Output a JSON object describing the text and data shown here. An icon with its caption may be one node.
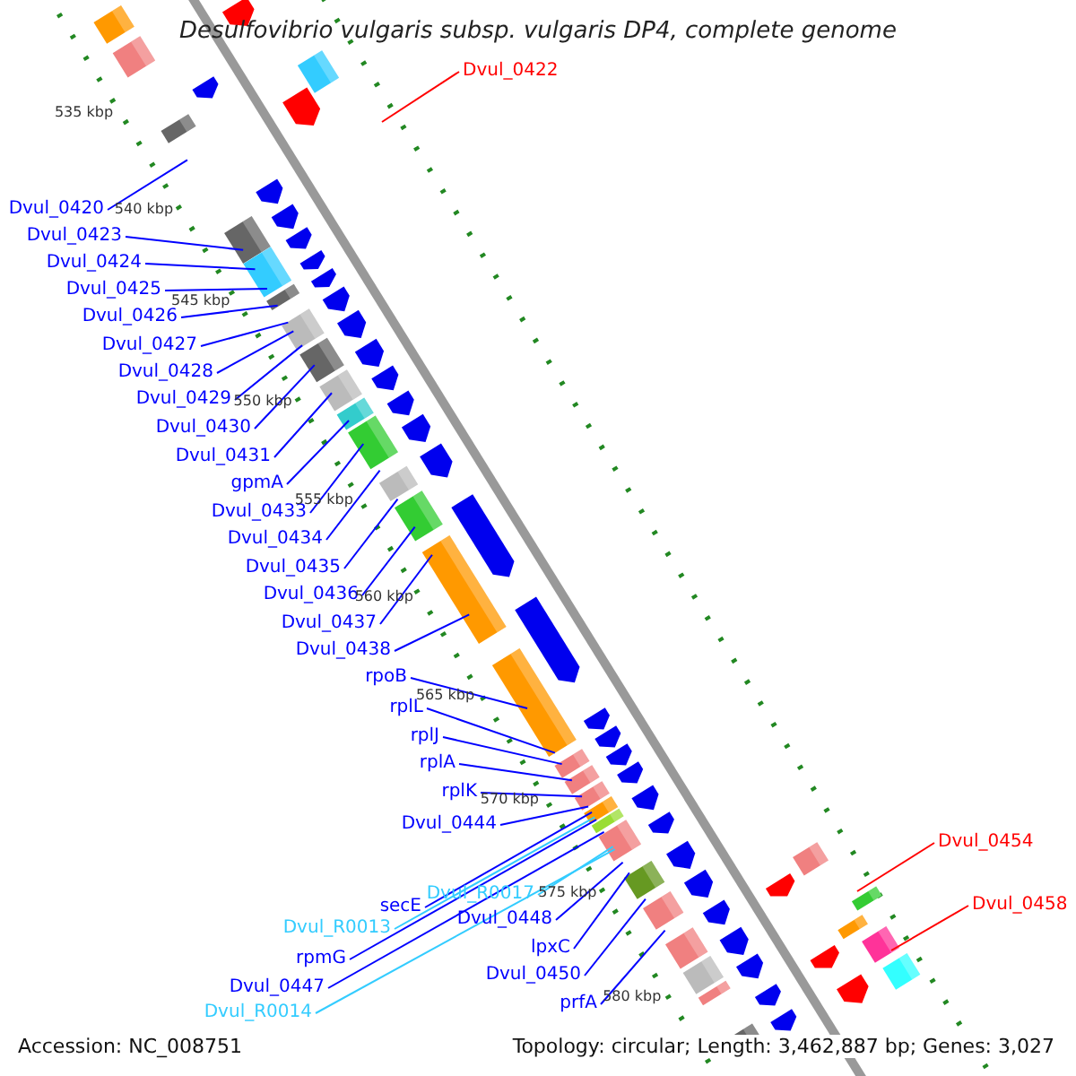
{
  "diagram": {
    "title": "Desulfovibrio vulgaris subsp. vulgaris DP4, complete genome",
    "nodes": [
      {
        "text": [
          "Dvul_0422"
        ]
      },
      {
        "text": [
          "Dvul_0420"
        ]
      },
      {
        "text": [
          "Dvul_0423"
        ]
      },
      {
        "text": [
          "Dvul_0424"
        ]
      },
      {
        "text": [
          "Dvul_0425"
        ]
      },
      {
        "text": [
          "Dvul_0426"
        ]
      },
      {
        "text": [
          "Dvul_0427"
        ]
      },
      {
        "text": [
          "Dvul_0428"
        ]
      },
      {
        "text": [
          "Dvul_0429"
        ]
      },
      {
        "text": [
          "Dvul_0430"
        ]
      },
      {
        "text": [
          "Dvul_0431"
        ]
      },
      {
        "text": [
          "gpmA"
        ]
      },
      {
        "text": [
          "Dvul_0433"
        ]
      },
      {
        "text": [
          "Dvul_0434"
        ]
      },
      {
        "text": [
          "Dvul_0435"
        ]
      },
      {
        "text": [
          "Dvul_0436"
        ]
      },
      {
        "text": [
          "Dvul_0437"
        ]
      },
      {
        "text": [
          "Dvul_0438"
        ]
      },
      {
        "text": [
          "rpoB"
        ]
      },
      {
        "text": [
          "rplL"
        ]
      },
      {
        "text": [
          "rplJ"
        ]
      },
      {
        "text": [
          "rplA"
        ]
      },
      {
        "text": [
          "rplK"
        ]
      },
      {
        "text": [
          "Dvul_0444"
        ]
      },
      {
        "text": [
          "Dvul_0454"
        ]
      },
      {
        "text": [
          "Dvul_R0017"
        ]
      },
      {
        "text": [
          "secE"
        ]
      },
      {
        "text": [
          "Dvul_0448"
        ]
      },
      {
        "text": [
          "Dvul_0458"
        ]
      },
      {
        "text": [
          "Dvul_R0013"
        ]
      },
      {
        "text": [
          "lpxC"
        ]
      },
      {
        "text": [
          "rpmG"
        ]
      },
      {
        "text": [
          "Dvul_0450"
        ]
      },
      {
        "text": [
          "Dvul_0447"
        ]
      },
      {
        "text": [
          "prfA"
        ]
      },
      {
        "text": [
          "Dvul_R0014"
        ]
      }
    ],
    "edges": [
      {
        "from": 0,
        "to": null,
        "arrow": "none",
        "color": "#ff0000"
      },
      {
        "from": 1,
        "to": null,
        "arrow": "none"
      },
      {
        "from": 2,
        "to": null,
        "arrow": "none"
      },
      {
        "from": 3,
        "to": null,
        "arrow": "none"
      },
      {
        "from": 4,
        "to": null,
        "arrow": "none"
      },
      {
        "from": 5,
        "to": null,
        "arrow": "none"
      },
      {
        "from": 6,
        "to": null,
        "arrow": "none"
      },
      {
        "from": 7,
        "to": null,
        "arrow": "none"
      },
      {
        "from": 8,
        "to": null,
        "arrow": "none"
      },
      {
        "from": 9,
        "to": null,
        "arrow": "none"
      },
      {
        "from": 10,
        "to": null,
        "arrow": "none"
      },
      {
        "from": 11,
        "to": null,
        "arrow": "none"
      },
      {
        "from": 12,
        "to": null,
        "arrow": "none"
      },
      {
        "from": 13,
        "to": null,
        "arrow": "none"
      },
      {
        "from": 14,
        "to": null,
        "arrow": "none"
      },
      {
        "from": 15,
        "to": null,
        "arrow": "none"
      },
      {
        "from": 16,
        "to": null,
        "arrow": "none"
      },
      {
        "from": 17,
        "to": null,
        "arrow": "none"
      },
      {
        "from": 18,
        "to": null,
        "arrow": "none"
      },
      {
        "from": 19,
        "to": null,
        "arrow": "none"
      },
      {
        "from": 20,
        "to": null,
        "arrow": "none"
      },
      {
        "from": 21,
        "to": null,
        "arrow": "none"
      },
      {
        "from": 22,
        "to": null,
        "arrow": "none"
      },
      {
        "from": 23,
        "to": null,
        "arrow": "none"
      },
      {
        "from": 24,
        "to": null,
        "arrow": "none",
        "color": "#ff0000"
      },
      {
        "from": 25,
        "to": null,
        "arrow": "none",
        "color": "#33ccff"
      },
      {
        "from": 26,
        "to": null,
        "arrow": "none"
      },
      {
        "from": 27,
        "to": null,
        "arrow": "none"
      },
      {
        "from": 28,
        "to": null,
        "arrow": "none",
        "color": "#ff0000"
      },
      {
        "from": 29,
        "to": null,
        "arrow": "none",
        "color": "#33ccff"
      },
      {
        "from": 30,
        "to": null,
        "arrow": "none"
      },
      {
        "from": 31,
        "to": null,
        "arrow": "none"
      },
      {
        "from": 32,
        "to": null,
        "arrow": "none"
      },
      {
        "from": 33,
        "to": null,
        "arrow": "none"
      },
      {
        "from": 34,
        "to": null,
        "arrow": "none"
      },
      {
        "from": 35,
        "to": null,
        "arrow": "none",
        "color": "#33ccff"
      }
    ],
    "labels": [
      "535 kbp",
      "540 kbp",
      "545 kbp",
      "550 kbp",
      "555 kbp",
      "560 kbp",
      "565 kbp",
      "570 kbp",
      "575 kbp",
      "580 kbp",
      "Accession: NC_008751",
      "Topology: circular; Length: 3,462,887 bp; Genes: 3,027"
    ]
  }
}
